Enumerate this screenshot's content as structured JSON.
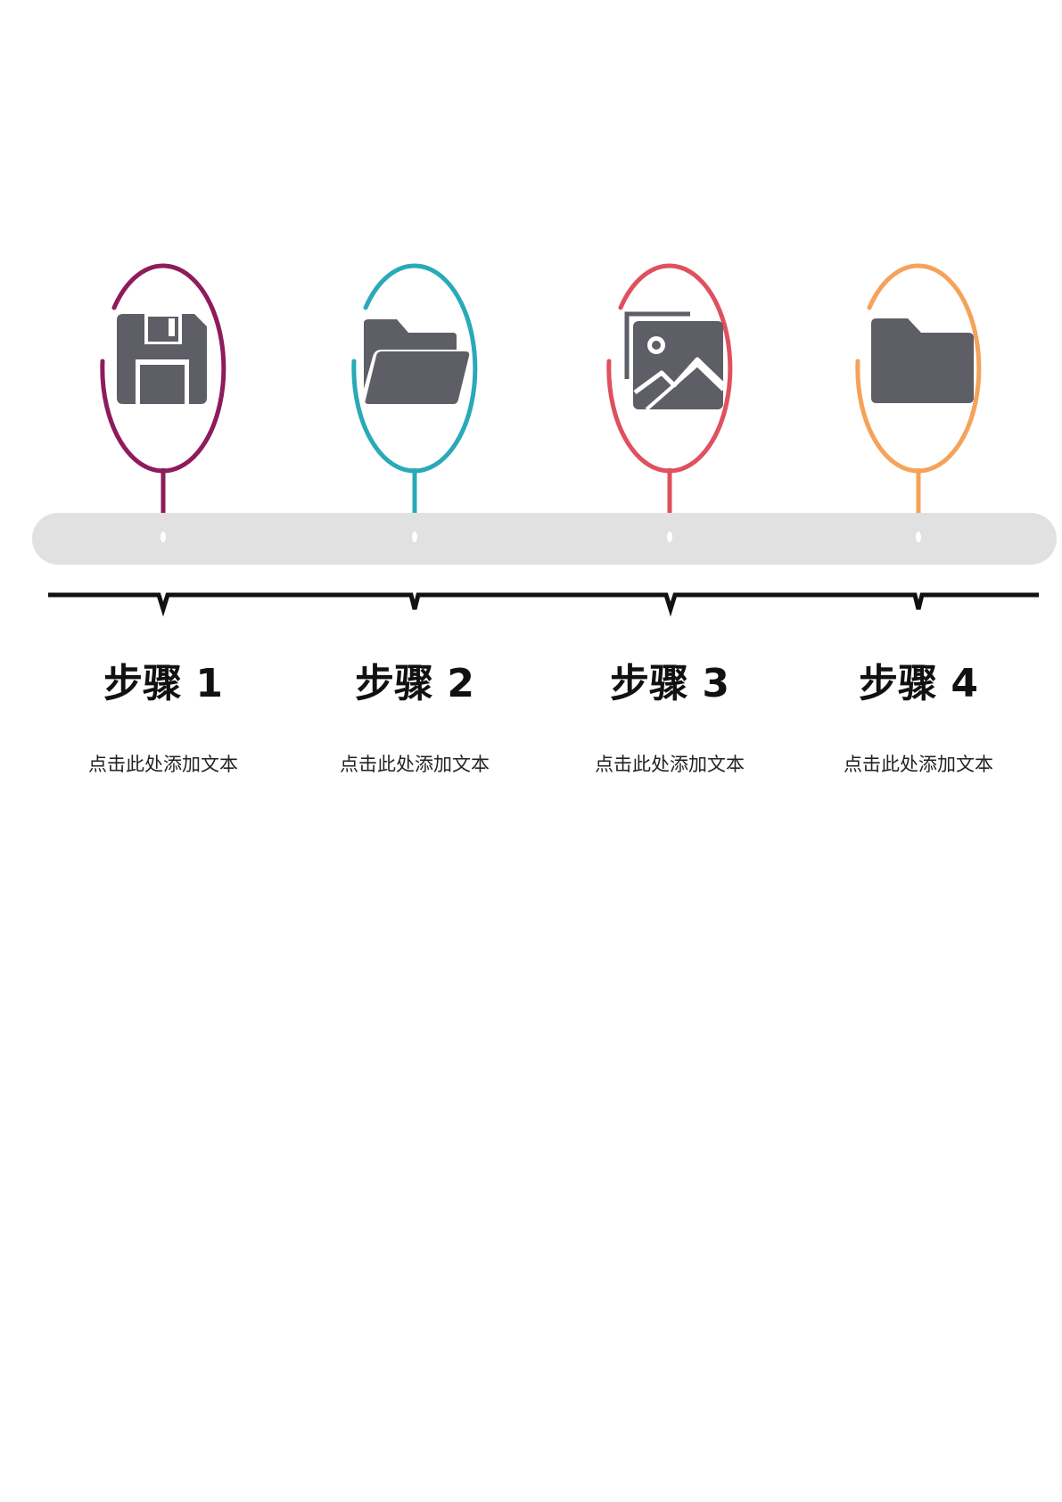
{
  "steps": [
    {
      "title": "步骤 1",
      "description": "点击此处添加文本",
      "color": "#8e1b5c",
      "icon": "floppy-disk-icon"
    },
    {
      "title": "步骤 2",
      "description": "点击此处添加文本",
      "color": "#2aa9b8",
      "icon": "open-folder-icon"
    },
    {
      "title": "步骤 3",
      "description": "点击此处添加文本",
      "color": "#e0505e",
      "icon": "image-gallery-icon"
    },
    {
      "title": "步骤 4",
      "description": "点击此处添加文本",
      "color": "#f5a25a",
      "icon": "folder-icon"
    }
  ],
  "colors": {
    "track": "#e1e1e1",
    "icon_fill": "#5e5e66",
    "bracket": "#111111"
  }
}
